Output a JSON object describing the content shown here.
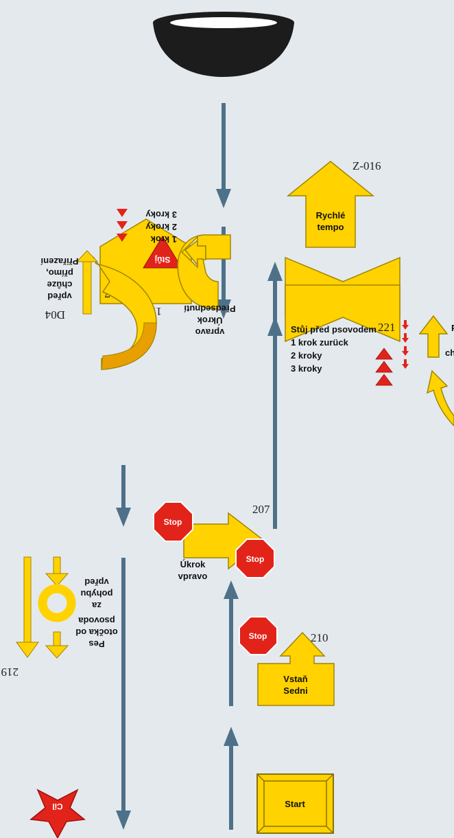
{
  "colors": {
    "background": "#e4e9ee",
    "yellow": "#ffd200",
    "yellow_outline": "#a08400",
    "red": "#e2231a",
    "arrow_steel": "#4e7189",
    "bowl": "#1c1c1c"
  },
  "signs": {
    "start": {
      "number": "",
      "text": "Start"
    },
    "s210": {
      "number": "210",
      "stop": "Stop",
      "line1": "Vstaň",
      "line2": "Sedni"
    },
    "s207": {
      "number": "207",
      "stop1": "Stop",
      "stop2": "Stop",
      "line1": "Úkrok",
      "line2": "vpravo"
    },
    "s221": {
      "number": "221",
      "line1": "Stůj před psovodem",
      "line2": "1 krok zurück",
      "line3": "2 kroky",
      "line4": "3 kroky",
      "cut1": "P",
      "cut2": "ch"
    },
    "z016": {
      "number": "Z-016",
      "line1": "Rychlé",
      "line2": "tempo"
    },
    "s227": {
      "number": "227",
      "badge": "Stůj",
      "line1": "1 krok",
      "line2": "2 kroky",
      "line3": "3 kroky"
    },
    "s114": {
      "number": "114",
      "line1": "Předsednutí",
      "line2": "Úkrok",
      "line3": "vpravo"
    },
    "d04": {
      "number": "D04",
      "line1": "Přiřazení",
      "line2": "přímo,",
      "line3": "chůze",
      "line4": "vpřed"
    },
    "s219": {
      "number": "219",
      "line1": "Pes",
      "line2": "otočka od",
      "line3": "psovoda",
      "line4": "za",
      "line5": "pohybu",
      "line6": "vpřed"
    },
    "finish": {
      "text": "Cíl"
    }
  },
  "icons": [
    "bowl-icon",
    "stop-sign-icon",
    "star-icon",
    "down-arrow-icon",
    "up-arrow-icon"
  ]
}
